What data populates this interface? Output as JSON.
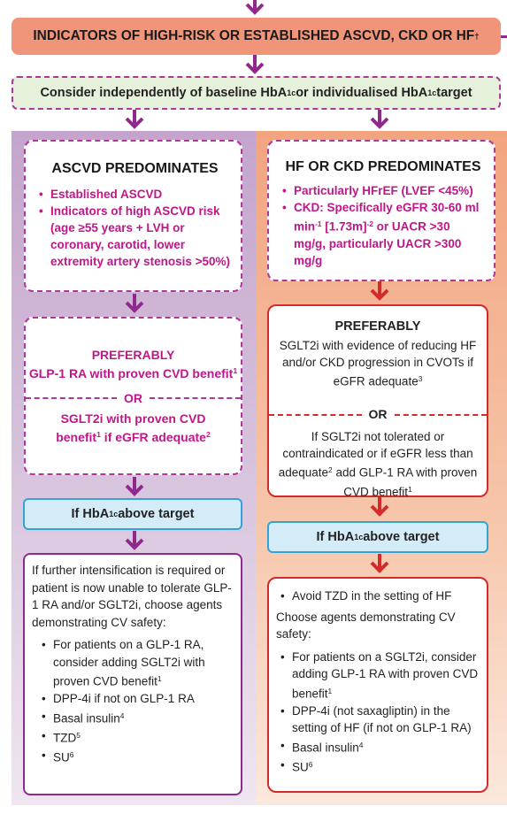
{
  "banner": {
    "title": "INDICATORS OF HIGH-RISK OR ESTABLISHED ASCVD, CKD OR HF",
    "title_sup": "†"
  },
  "consider": {
    "part1": "Consider independently of baseline HbA",
    "sub1": "1c",
    "part2": " or individualised HbA",
    "sub2": "1c",
    "part3": " target"
  },
  "left": {
    "ascvd": {
      "title": "ASCVD PREDOMINATES",
      "items": [
        "Established ASCVD",
        "Indicators of high ASCVD risk (age ≥55 years + LVH or coronary, carotid, lower extremity artery stenosis >50%)"
      ]
    },
    "preferably": {
      "title": "PREFERABLY",
      "option1": "GLP-1 RA with proven CVD benefit",
      "option1_sup": "1",
      "or": "OR",
      "option2a": "SGLT2i with proven CVD benefit",
      "option2a_sup": "1",
      "option2b": " if eGFR adequate",
      "option2b_sup": "2"
    },
    "target": {
      "part1": "If HbA",
      "sub": "1c",
      "part2": " above target"
    },
    "final": {
      "intro": "If further intensification is required or patient is now unable to tolerate GLP-1 RA and/or SGLT2i, choose agents demonstrating CV safety:",
      "items": [
        {
          "text": "For patients on a GLP-1 RA, consider adding SGLT2i with proven CVD benefit",
          "sup": "1"
        },
        {
          "text": "DPP-4i if not on GLP-1 RA",
          "sup": ""
        },
        {
          "text": "Basal insulin",
          "sup": "4"
        },
        {
          "text": "TZD",
          "sup": "5"
        },
        {
          "text": "SU",
          "sup": "6"
        }
      ]
    }
  },
  "right": {
    "hfckd": {
      "title": "HF OR CKD PREDOMINATES",
      "item1": "Particularly HFrEF (LVEF <45%)",
      "item2a": "CKD: Specifically eGFR 30-60 ml min",
      "item2a_sup": "-1",
      "item2b": " [1.73m]",
      "item2b_sup": "-2",
      "item2c": " or UACR >30 mg/g, particularly UACR >300 mg/g"
    },
    "preferably": {
      "title": "PREFERABLY",
      "text": "SGLT2i with evidence of reducing HF and/or CKD progression in CVOTs if eGFR adequate",
      "text_sup": "3",
      "or": "OR",
      "alt_a": "If SGLT2i not tolerated or contraindicated or if eGFR less than adequate",
      "alt_a_sup": "2",
      "alt_b": " add GLP-1 RA with proven CVD benefit",
      "alt_b_sup": "1"
    },
    "target": {
      "part1": "If HbA",
      "sub": "1c",
      "part2": " above target"
    },
    "final": {
      "item_tzd": "Avoid TZD in the setting of HF",
      "intro": "Choose agents demonstrating CV safety:",
      "items": [
        {
          "text": "For patients on a SGLT2i, consider adding GLP-1 RA with proven CVD benefit",
          "sup": "1"
        },
        {
          "text": "DPP-4i (not saxagliptin) in the setting of HF (if not on GLP-1 RA)",
          "sup": ""
        },
        {
          "text": "Basal insulin",
          "sup": "4"
        },
        {
          "text": "SU",
          "sup": "6"
        }
      ]
    }
  },
  "colors": {
    "purple": "#8f2a8c",
    "magenta": "#c0168a",
    "red": "#d32a2a",
    "banner": "#f0957a",
    "target_fill": "#d4ecf8",
    "target_border": "#34a3d8"
  }
}
